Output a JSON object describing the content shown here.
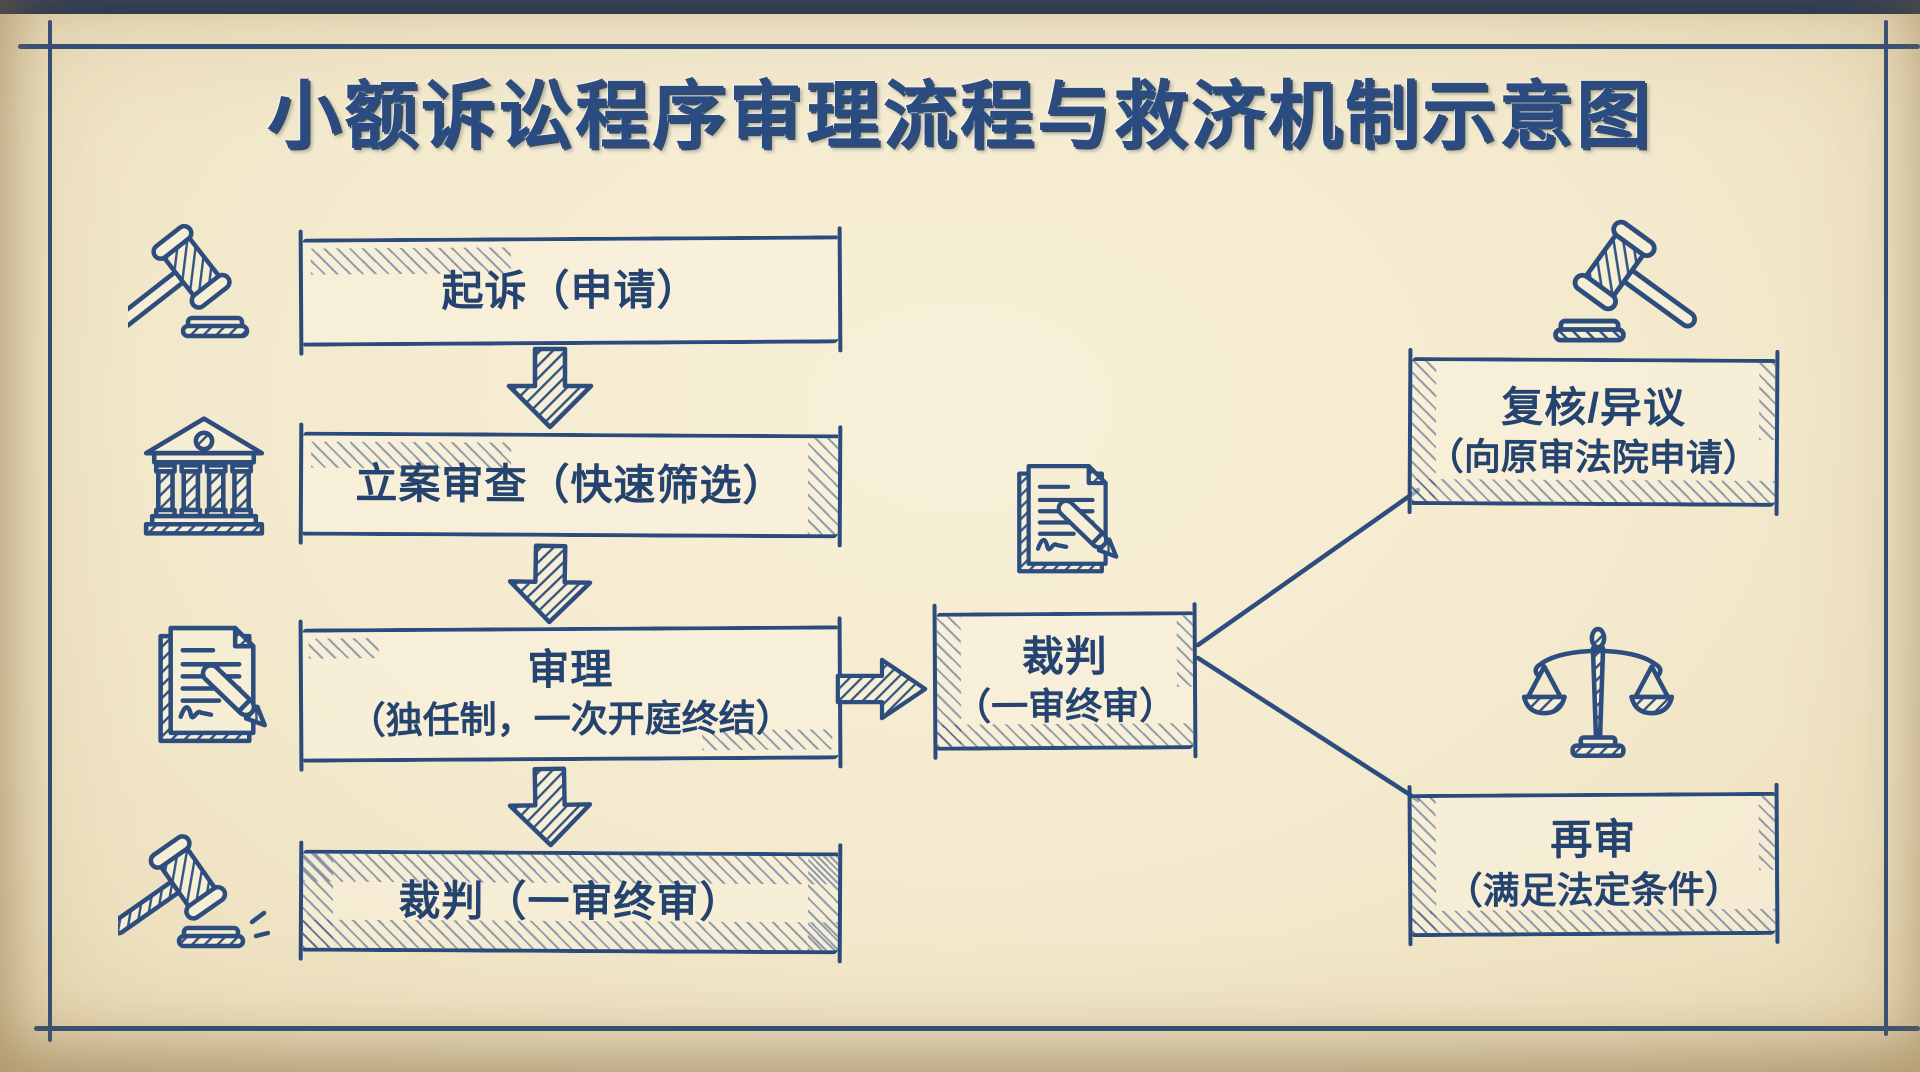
{
  "title": "小额诉讼程序审理流程与救济机制示意图",
  "colors": {
    "ink": "#2b4b7d",
    "paper": "#f3e9cd"
  },
  "flow_steps": [
    {
      "label": "起诉（申请）",
      "icon": "gavel-icon"
    },
    {
      "label": "立案审查（快速筛选）",
      "icon": "courthouse-icon"
    },
    {
      "label": "审理",
      "sublabel": "（独任制，一次开庭终结）",
      "icon": "document-pen-icon"
    },
    {
      "label": "裁判（一审终审）",
      "icon": "gavel-strike-icon"
    }
  ],
  "judgment_node": {
    "label": "裁判",
    "sublabel": "（一审终审）",
    "icon": "document-pen-icon"
  },
  "remedy_nodes": [
    {
      "label": "复核/异议",
      "sublabel": "（向原审法院申请）",
      "icon": "gavel-icon"
    },
    {
      "label": "再审",
      "sublabel": "（满足法定条件）",
      "icon": "scales-icon"
    }
  ]
}
